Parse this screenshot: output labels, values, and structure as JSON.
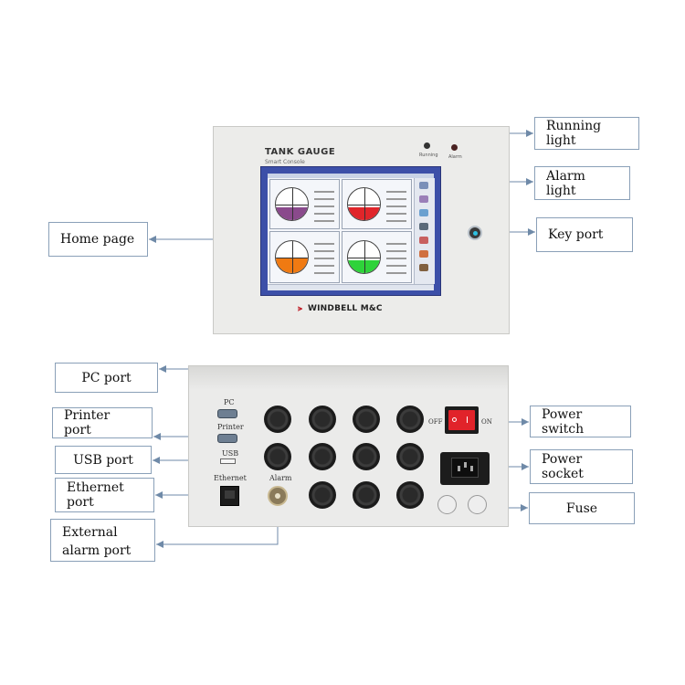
{
  "colors": {
    "console_bg": "#ececea",
    "screen_frame": "#3c4fa8",
    "tank_purple": "#8a4a8c",
    "tank_red": "#e0252a",
    "tank_orange": "#f07a12",
    "tank_green": "#2ed33a",
    "power_switch": "#e1232a",
    "callout_border": "#8aa0b8",
    "leader_line": "#6f8aa8"
  },
  "console": {
    "title": "TANK GAUGE",
    "subtitle": "Smart Console",
    "running_indicator": "Running",
    "alarm_indicator": "Alarm",
    "brand": "WINDBELL M&C"
  },
  "rear_panel": {
    "port_labels": {
      "pc": "PC",
      "printer": "Printer",
      "usb": "USB",
      "ethernet": "Ethernet",
      "alarm": "Alarm"
    },
    "switch_labels": {
      "off": "OFF",
      "on": "ON"
    }
  },
  "callouts": {
    "running_light": "Running light",
    "alarm_light": "Alarm light",
    "key_port": "Key port",
    "home_page": "Home page",
    "pc_port": "PC port",
    "printer_port": "Printer port",
    "usb_port": "USB port",
    "ethernet_port": "Ethernet port",
    "external_alarm_port": "External alarm port",
    "power_switch": "Power switch",
    "power_socket": "Power socket",
    "fuse": "Fuse"
  }
}
